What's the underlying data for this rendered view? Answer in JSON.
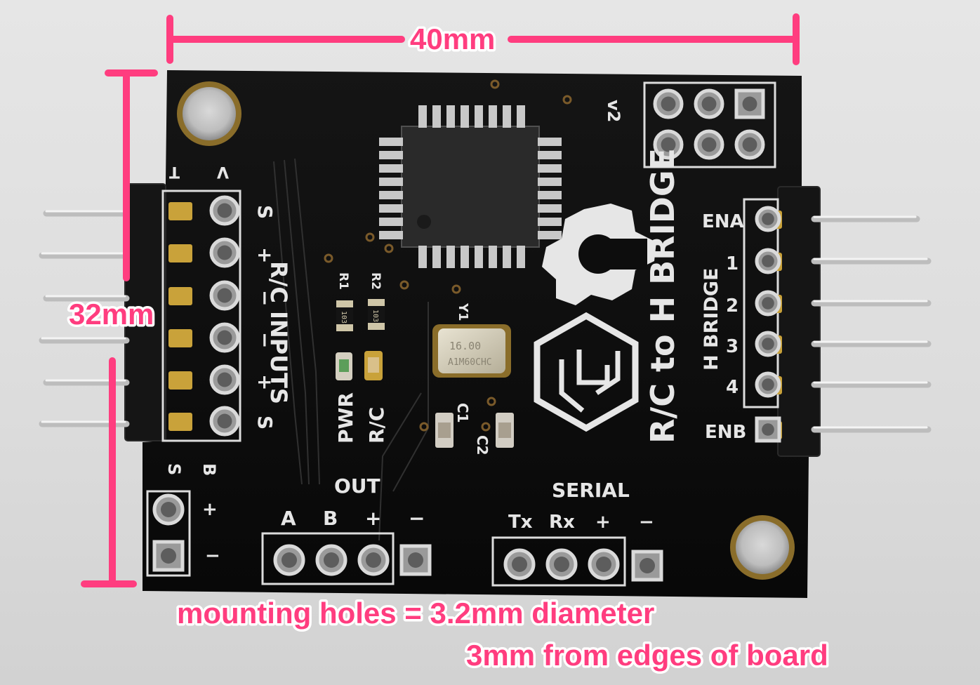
{
  "annotations": {
    "width": "40mm",
    "height": "32mm",
    "holes_line1": "mounting holes = 3.2mm diameter",
    "holes_line2": "3mm from edges of board"
  },
  "board": {
    "title": "R/C to H BRIDGE",
    "version": "v2",
    "rc_inputs_label": "R/C INPUTS",
    "left_top_labels": [
      "T",
      "V"
    ],
    "left_pin_labels": [
      "S",
      "+",
      "−",
      "−",
      "+",
      "S"
    ],
    "power_labels": [
      "S",
      "B",
      "+",
      "−"
    ],
    "hbridge_label": "H BRIDGE",
    "hbridge_pins": [
      "ENA",
      "1",
      "2",
      "3",
      "4",
      "ENB"
    ],
    "led_labels": [
      "PWR",
      "R/C"
    ],
    "resistor_labels": [
      "R1",
      "R2"
    ],
    "cap_labels": [
      "C1",
      "C2"
    ],
    "crystal_label": "Y1",
    "crystal_text": [
      "16.00",
      "A1M60CHC"
    ],
    "resistor_code": "103",
    "out_label": "OUT",
    "out_pins": [
      "A",
      "B",
      "+",
      "−"
    ],
    "serial_label": "SERIAL",
    "serial_pins": [
      "Tx",
      "Rx",
      "+",
      "−"
    ]
  },
  "colors": {
    "annotation": "#ff3d7f",
    "board": "#0d0d0d",
    "silkscreen": "#e6e6e6"
  }
}
